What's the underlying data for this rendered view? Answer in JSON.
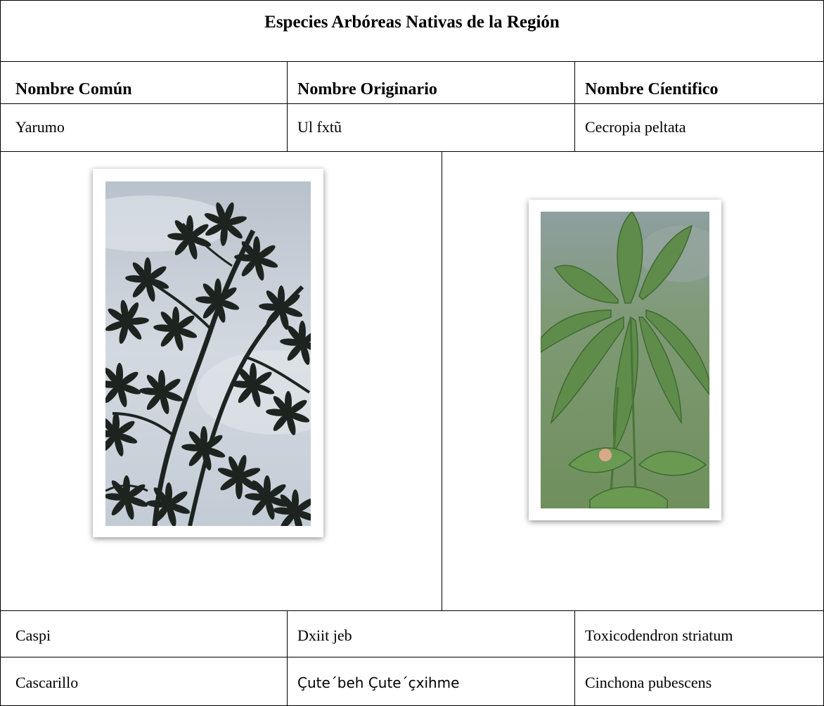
{
  "table": {
    "title": "Especies Arbóreas Nativas de la Región",
    "headers": [
      "Nombre Común",
      "Nombre Originario",
      "Nombre Cíentifico"
    ],
    "rows": [
      {
        "common": "Yarumo",
        "original": "Ul fxtũ",
        "scientific": "Cecropia peltata"
      },
      {
        "common": "Caspi",
        "original": "Dxiit jeb",
        "scientific": "Toxicodendron striatum"
      },
      {
        "common": "Cascarillo",
        "original": "Çute´beh Çute´çxihme",
        "scientific": "Cinchona pubescens"
      }
    ]
  },
  "colors": {
    "border": "#000000",
    "sky": "#c9d0d8",
    "silhouette": "#1d2420",
    "leaf": "#5f8c4a",
    "leaf_background": "#7f9a76"
  },
  "images": [
    {
      "icon": "yarumo-silhouette-photo"
    },
    {
      "icon": "yarumo-leaves-photo"
    }
  ]
}
